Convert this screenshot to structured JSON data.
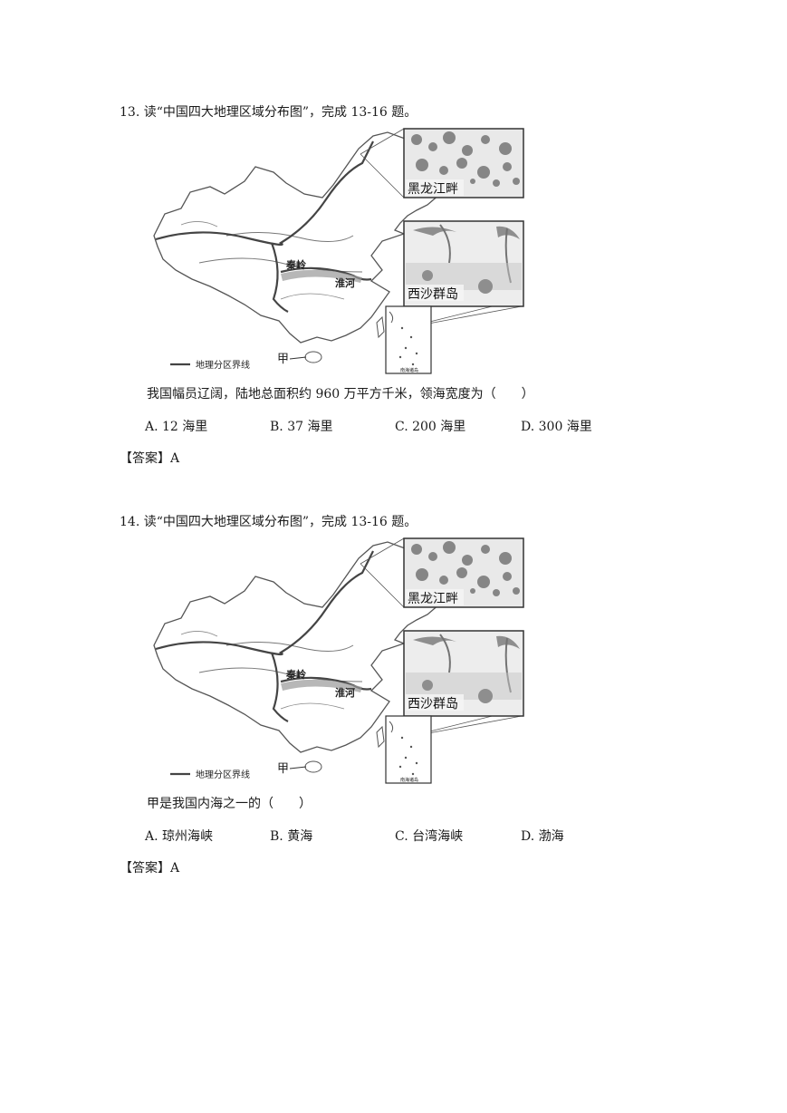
{
  "questions": [
    {
      "stem": "13. 读“中国四大地理区域分布图”，完成 13-16 题。",
      "figure": {
        "photo_top_label": "黑龙江畔",
        "photo_bottom_label": "西沙群岛",
        "map_label_qinling": "秦岭",
        "map_label_huaihe": "淮河",
        "legend_label": "地理分区界线",
        "map_label_jia": "甲",
        "inset_label": "南海诸岛"
      },
      "sub_question": "我国幅员辽阔，陆地总面积约 960 万平方千米，领海宽度为（　　）",
      "options": [
        "A.  12 海里",
        "B.  37 海里",
        "C.  200 海里",
        "D.  300 海里"
      ],
      "answer": "【答案】A"
    },
    {
      "stem": "14. 读“中国四大地理区域分布图”，完成 13-16 题。",
      "figure": {
        "photo_top_label": "黑龙江畔",
        "photo_bottom_label": "西沙群岛",
        "map_label_qinling": "秦岭",
        "map_label_huaihe": "淮河",
        "legend_label": "地理分区界线",
        "map_label_jia": "甲",
        "inset_label": "南海诸岛"
      },
      "sub_question": "甲是我国内海之一的（　　）",
      "options": [
        "A.  琼州海峡",
        "B.  黄海",
        "C.  台湾海峡",
        "D.  渤海"
      ],
      "answer": "【答案】A"
    }
  ]
}
